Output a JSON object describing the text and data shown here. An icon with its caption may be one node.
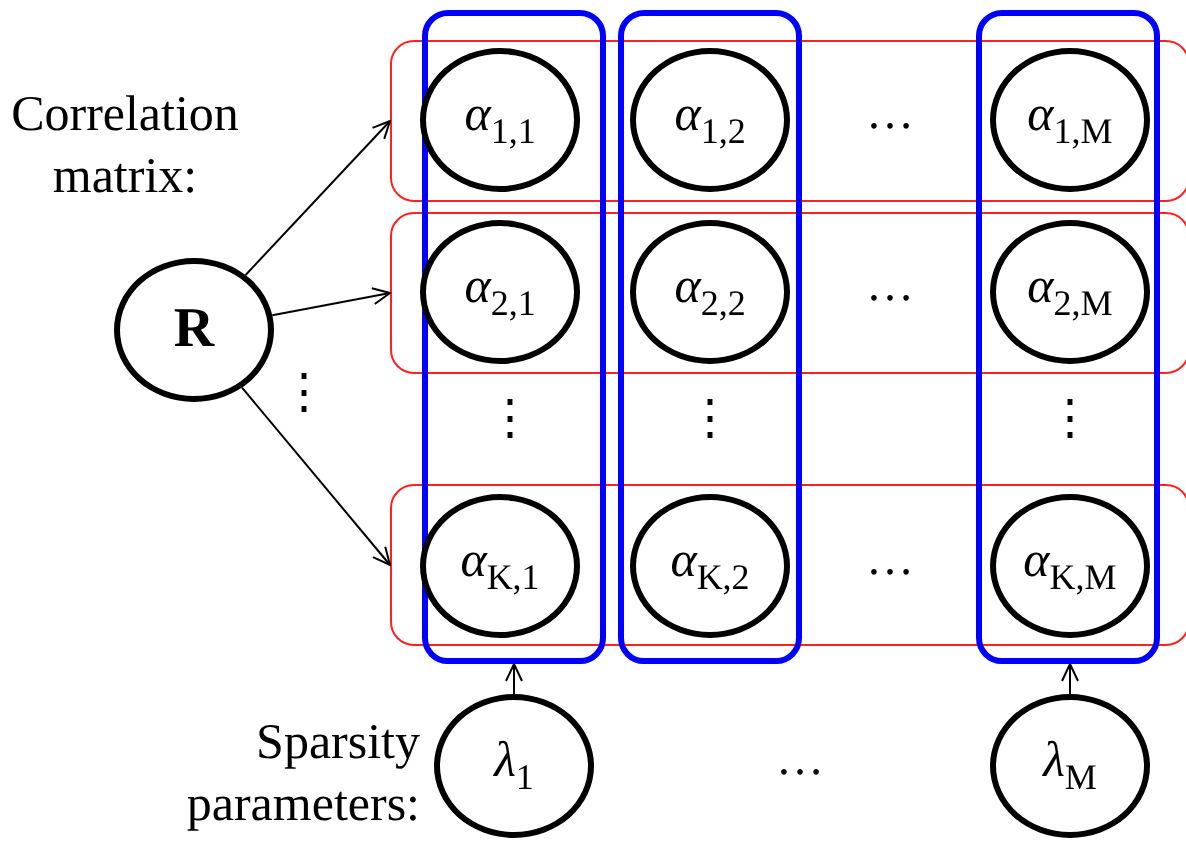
{
  "diagram": {
    "nodes": [
      {
        "text": [
          "R"
        ]
      },
      {
        "text": [],
        "shape": "box"
      },
      {
        "text": [],
        "shape": "box"
      },
      {
        "text": [],
        "shape": "box"
      },
      {
        "text": [],
        "shape": "box"
      },
      {
        "text": [],
        "shape": "box"
      },
      {
        "text": [],
        "shape": "box"
      },
      {
        "text": [
          "*α*$_{1,1}$"
        ]
      },
      {
        "text": [
          "*α*$_{1,2}$"
        ]
      },
      {
        "text": [
          "*α*$_{1,M}$"
        ]
      },
      {
        "text": [
          "*α*$_{2,1}$"
        ]
      },
      {
        "text": [
          "*α*$_{2,2}$"
        ]
      },
      {
        "text": [
          "*α*$_{2,M}$"
        ]
      },
      {
        "text": [
          "*α*$_{K,1}$"
        ]
      },
      {
        "text": [
          "*α*$_{K,2}$"
        ]
      },
      {
        "text": [
          "*α*$_{K,M}$"
        ]
      },
      {
        "text": [
          "*λ*$_{1}$"
        ]
      },
      {
        "text": [
          "*λ*$_{M}$"
        ]
      }
    ],
    "edges": [
      {
        "from": 0,
        "to": 1,
        "arrow": "to"
      },
      {
        "from": 0,
        "to": 2,
        "arrow": "to"
      },
      {
        "from": 0,
        "to": 3,
        "arrow": "to"
      },
      {
        "from": 16,
        "to": 4,
        "arrow": "to"
      },
      {
        "from": 17,
        "to": 6,
        "arrow": "to"
      }
    ],
    "labels": [
      "Correlation matrix:",
      "…",
      "…",
      "⋮",
      "⋮",
      "⋮",
      "⋮",
      "…",
      "Sparsity parameters:",
      "…"
    ]
  }
}
